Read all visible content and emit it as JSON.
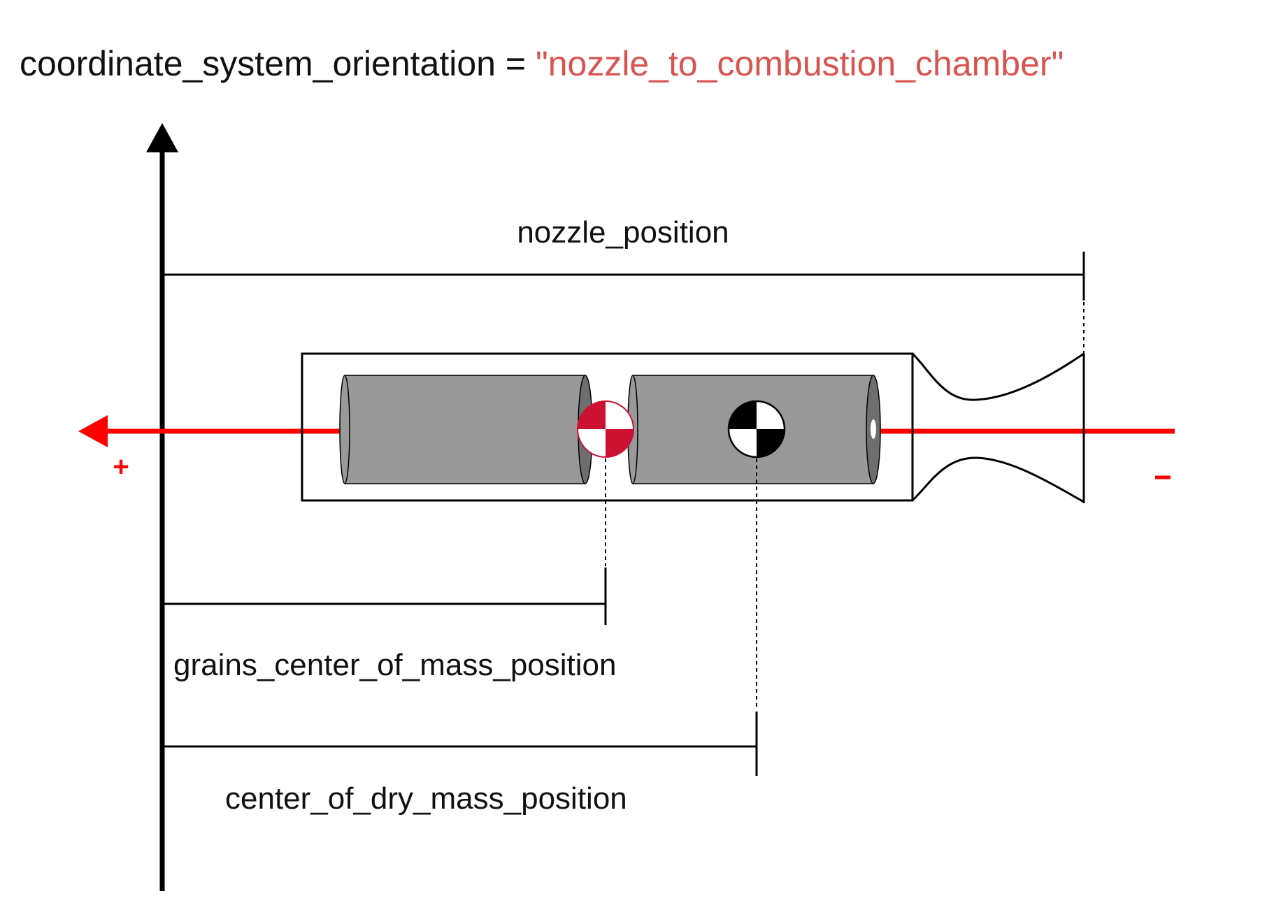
{
  "header": {
    "key": "coordinate_system_orientation",
    "equals": " = ",
    "value": "\"nozzle_to_combustion_chamber\""
  },
  "labels": {
    "nozzle_position": "nozzle_position",
    "grains_center_of_mass_position": "grains_center_of_mass_position",
    "center_of_dry_mass_position": "center_of_dry_mass_position"
  },
  "axis": {
    "plus": "+",
    "minus": "-"
  },
  "colors": {
    "axis_red": "#ff0000",
    "value_red": "#d9534f",
    "grain_gray": "#999999",
    "grains_com_marker": "#cc1133",
    "dry_com_marker": "#000000",
    "outline": "#000000"
  }
}
